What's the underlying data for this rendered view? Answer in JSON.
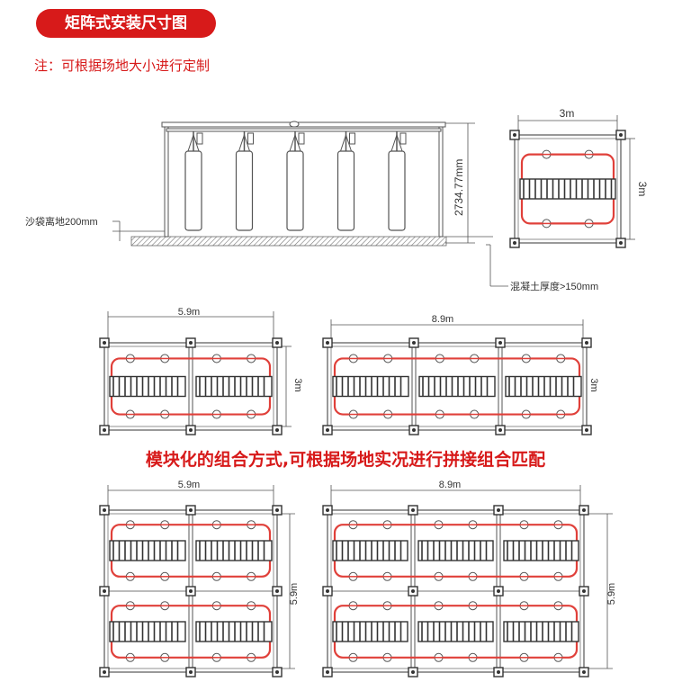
{
  "banner": {
    "title": "矩阵式安装尺寸图"
  },
  "note": "注：可根据场地大小进行定制",
  "heading": "模块化的组合方式,可根据场地实况进行拼接组合匹配",
  "side_view": {
    "height_label": "2734.77mm",
    "bag_clearance_label": "沙袋离地200mm",
    "concrete_label": "混凝土厚度>150mm",
    "bag_count": 5
  },
  "modules": [
    {
      "name": "single",
      "cols": 1,
      "rows": 1,
      "width_label": "3m",
      "depth_label": "3m"
    },
    {
      "name": "double",
      "cols": 2,
      "rows": 1,
      "width_label": "5.9m",
      "depth_label": "3m"
    },
    {
      "name": "triple",
      "cols": 3,
      "rows": 1,
      "width_label": "8.9m",
      "depth_label": "3m"
    },
    {
      "name": "double-2row",
      "cols": 2,
      "rows": 2,
      "width_label": "5.9m",
      "depth_label": "5.9m"
    },
    {
      "name": "triple-2row",
      "cols": 3,
      "rows": 2,
      "width_label": "8.9m",
      "depth_label": "5.9m"
    }
  ],
  "colors": {
    "accent": "#d71a1a",
    "loop": "#e0403a",
    "frame": "#444444"
  }
}
